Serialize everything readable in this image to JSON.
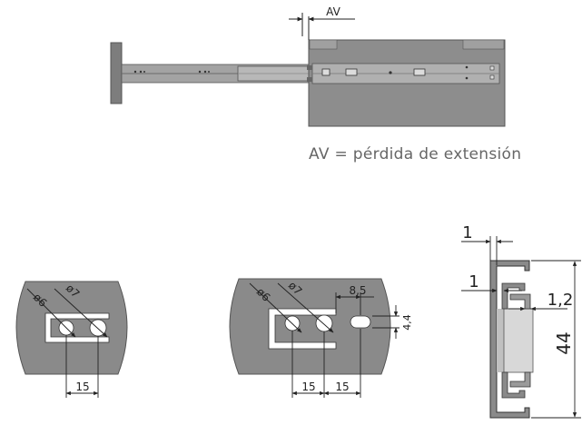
{
  "colors": {
    "metal": "#8a8a8a",
    "metal_dark": "#6f6f6f",
    "line": "#222222",
    "bg": "#ffffff"
  },
  "slide_top": {
    "av_label": "AV"
  },
  "caption": "AV = pérdida de extensión",
  "bracket_left": {
    "d_small": "ø6",
    "d_large": "ø7",
    "spacing": "15"
  },
  "bracket_middle": {
    "d_small": "ø6",
    "d_large": "ø7",
    "slot_offset": "8,5",
    "slot_width": "4,4",
    "spacing_a": "15",
    "spacing_b": "15"
  },
  "profile": {
    "gap_top": "1",
    "gap_inner": "1",
    "thickness": "1,2",
    "height": "44"
  }
}
